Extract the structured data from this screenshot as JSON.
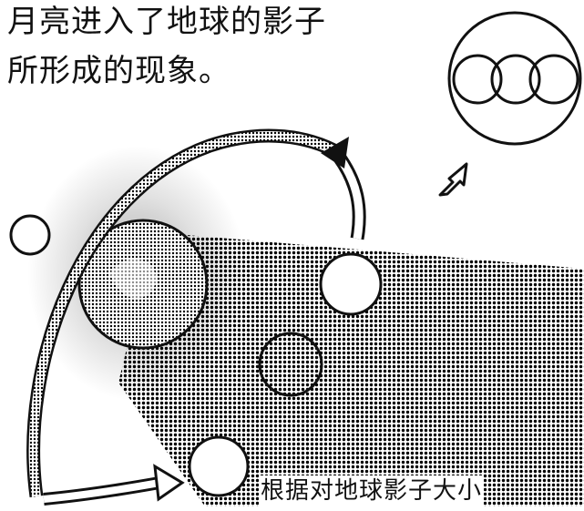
{
  "caption": {
    "line1": "月亮进入了地球的影子",
    "line2": "所形成的现象。",
    "bottom": "根据对地球影子大小"
  },
  "colors": {
    "ink": "#111111",
    "paper": "#ffffff",
    "shadow_dots": "#000000"
  },
  "icons": {
    "sun": "small-circle",
    "earth": "dotted-globe",
    "arrow": "curved-orbit-arrow",
    "pointer": "hollow-block-arrow"
  }
}
